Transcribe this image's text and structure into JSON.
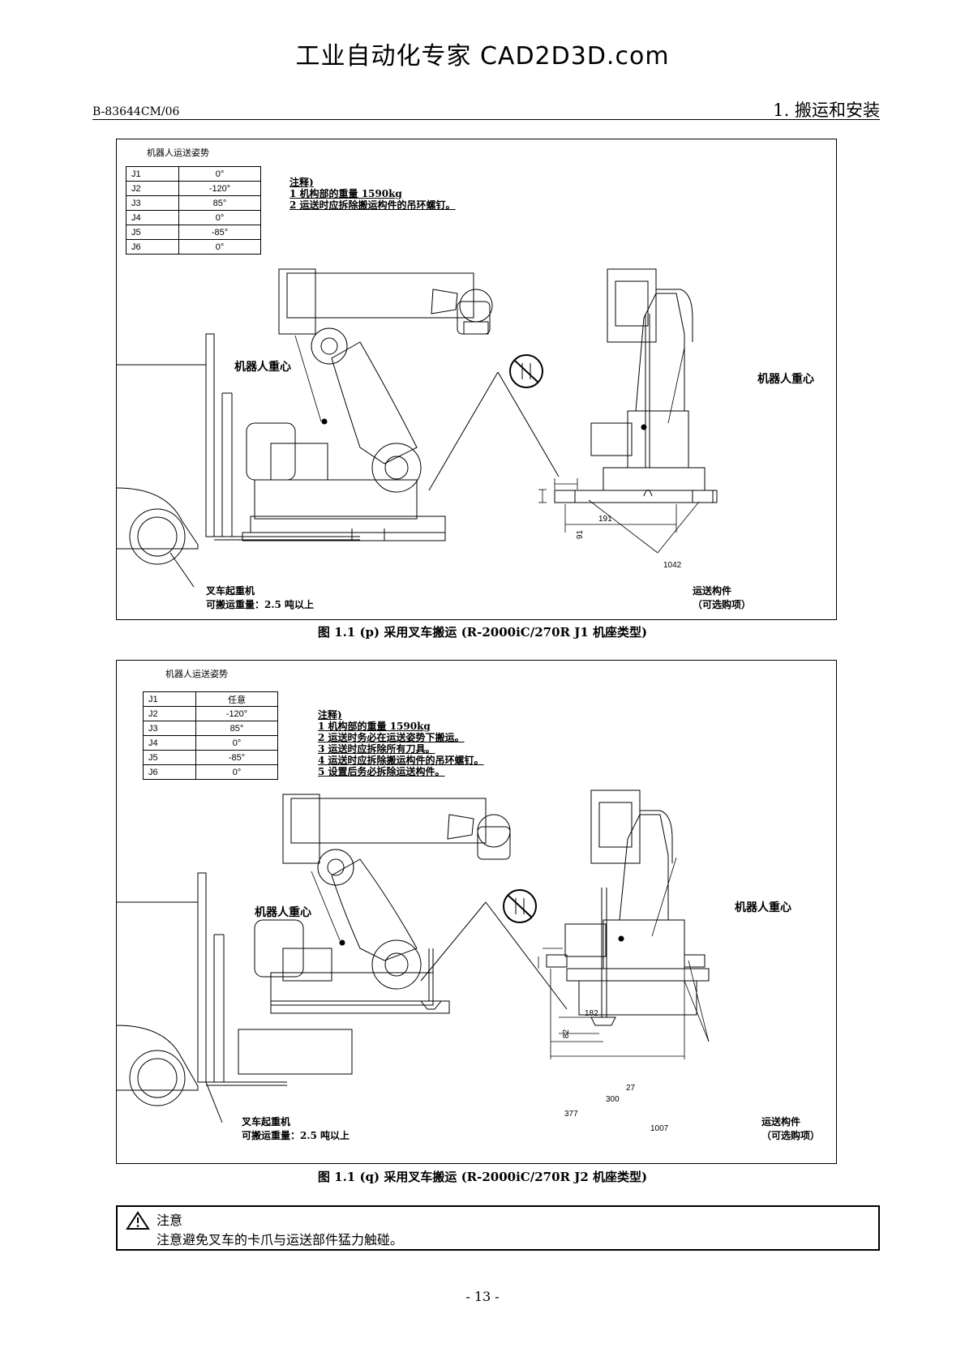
{
  "watermark": "工业自动化专家 CAD2D3D.com",
  "header": {
    "doc_code": "B-83644CM/06",
    "chapter": "1. 搬运和安装"
  },
  "figures": [
    {
      "posture_title": "机器人运送姿势",
      "posture_table": [
        {
          "joint": "J1",
          "value": "0°"
        },
        {
          "joint": "J2",
          "value": "-120°"
        },
        {
          "joint": "J3",
          "value": "85°"
        },
        {
          "joint": "J4",
          "value": "0°"
        },
        {
          "joint": "J5",
          "value": "-85°"
        },
        {
          "joint": "J6",
          "value": "0°"
        }
      ],
      "notes": [
        "注释)",
        "1 机构部的重量 1590kg",
        "2 运送时应拆除搬运构件的吊环螺钉。"
      ],
      "cog_left": "机器人重心",
      "cog_right": "机器人重心",
      "forklift": "叉车起重机",
      "forklift_capacity": "可搬运重量：2.5 吨以上",
      "transport_member": "运送构件",
      "option": "（可选购项）",
      "dims": {
        "d1": "191",
        "d2": "91",
        "d3": "1042"
      },
      "caption": "图 1.1 (p) 采用叉车搬运 (R-2000iC/270R J1 机座类型)"
    },
    {
      "posture_title": "机器人运送姿势",
      "posture_table": [
        {
          "joint": "J1",
          "value": "任意"
        },
        {
          "joint": "J2",
          "value": "-120°"
        },
        {
          "joint": "J3",
          "value": "85°"
        },
        {
          "joint": "J4",
          "value": "0°"
        },
        {
          "joint": "J5",
          "value": "-85°"
        },
        {
          "joint": "J6",
          "value": "0°"
        }
      ],
      "notes": [
        "注释)",
        "1 机构部的重量 1590kg",
        "2 运送时务必在运送姿势下搬运。",
        "3 运送时应拆除所有刀具。",
        "4 运送时应拆除搬运构件的吊环螺钉。",
        "5 设置后务必拆除运送构件。"
      ],
      "cog_left": "机器人重心",
      "cog_right": "机器人重心",
      "forklift": "叉车起重机",
      "forklift_capacity": "可搬运重量：2.5 吨以上",
      "transport_member": "运送构件",
      "option": "（可选购项）",
      "dims": {
        "d1": "182",
        "d2": "82",
        "d3": "27",
        "d4": "300",
        "d5": "377",
        "d6": "1007"
      },
      "caption": "图 1.1 (q) 采用叉车搬运 (R-2000iC/270R J2 机座类型)"
    }
  ],
  "caution": {
    "title": "注意",
    "text": "注意避免叉车的卡爪与运送部件猛力触碰。"
  },
  "page_number": "- 13 -"
}
